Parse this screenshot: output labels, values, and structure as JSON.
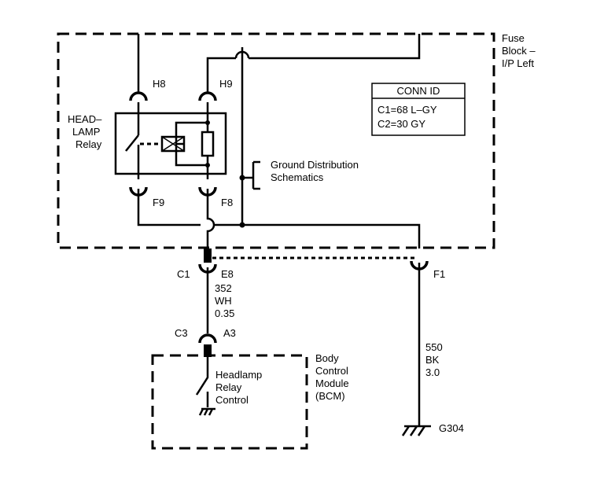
{
  "fuse_block": {
    "line1": "Fuse",
    "line2": "Block –",
    "line3": "I/P Left"
  },
  "conn_id": {
    "header": "CONN ID",
    "c1": "C1=68 L–GY",
    "c2": "C2=30 GY"
  },
  "relay": {
    "line1": "HEAD–",
    "line2": "LAMP",
    "line3": "Relay"
  },
  "terminals": {
    "h8": "H8",
    "h9": "H9",
    "f9": "F9",
    "f8": "F8"
  },
  "ground_ref": {
    "line1": "Ground Distribution",
    "line2": "Schematics"
  },
  "connectors": {
    "c1": "C1",
    "e8": "E8",
    "f1": "F1",
    "c3": "C3",
    "a3": "A3"
  },
  "wire_352": {
    "circuit": "352",
    "color": "WH",
    "gauge": "0.35"
  },
  "wire_550": {
    "circuit": "550",
    "color": "BK",
    "gauge": "3.0"
  },
  "ground": {
    "label": "G304"
  },
  "bcm": {
    "line1": "Body",
    "line2": "Control",
    "line3": "Module",
    "line4": "(BCM)"
  },
  "bcm_input": {
    "line1": "Headlamp",
    "line2": "Relay",
    "line3": "Control"
  }
}
